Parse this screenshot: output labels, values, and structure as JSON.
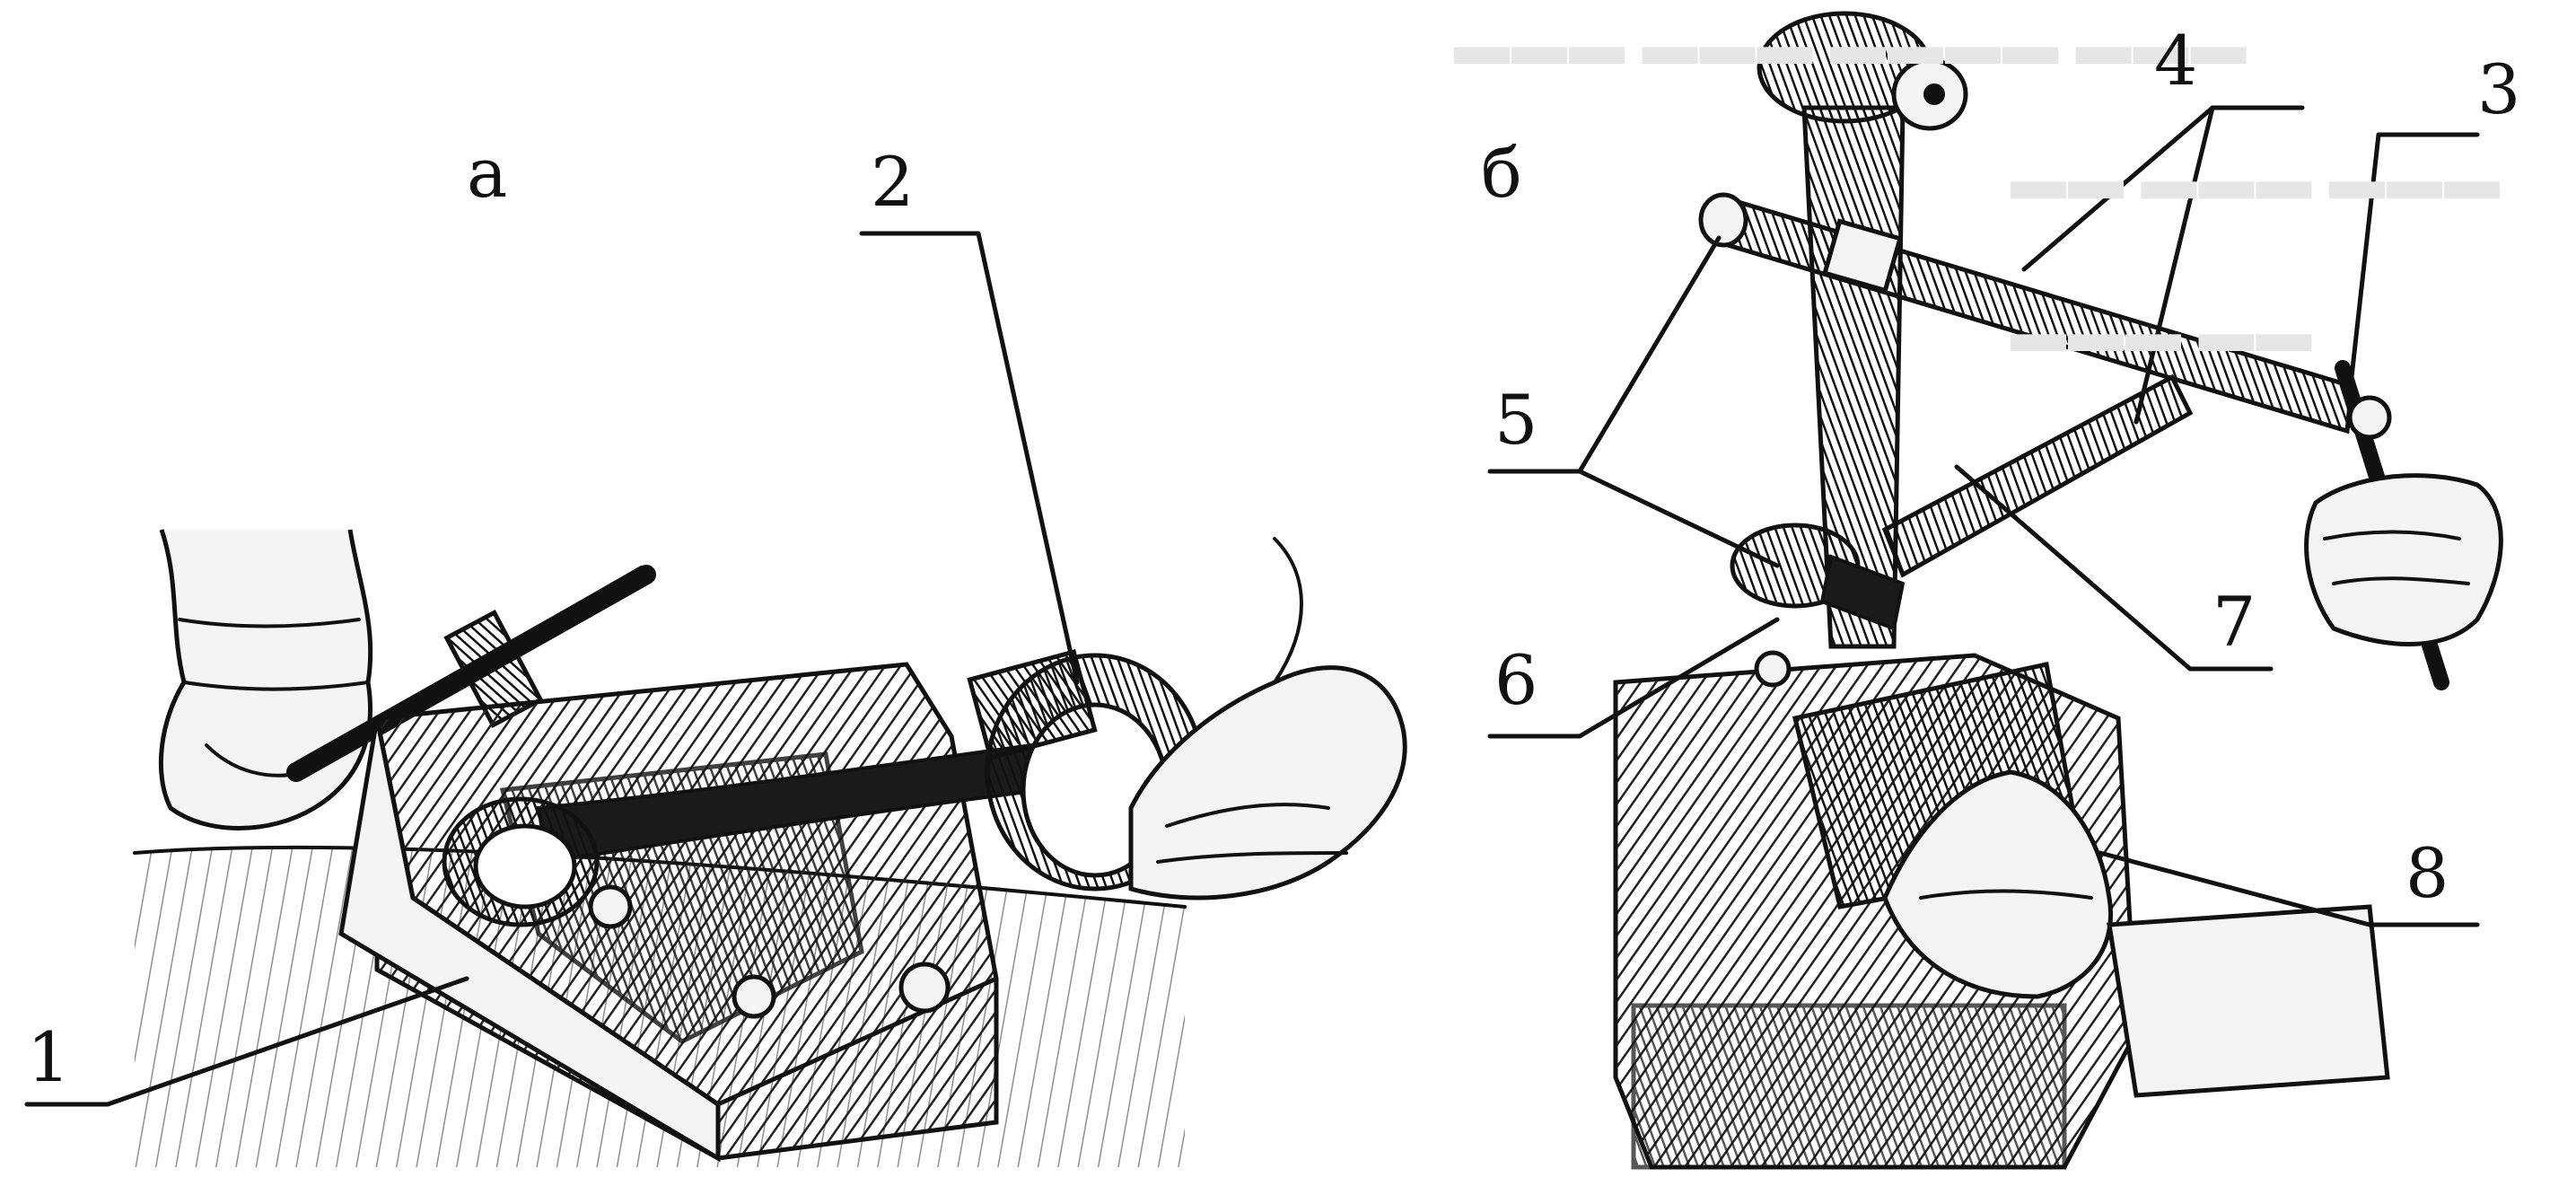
{
  "panels": {
    "a": {
      "label": "а"
    },
    "b": {
      "label": "б"
    }
  },
  "callouts": [
    "1",
    "2",
    "3",
    "4",
    "5",
    "6",
    "7",
    "8"
  ]
}
